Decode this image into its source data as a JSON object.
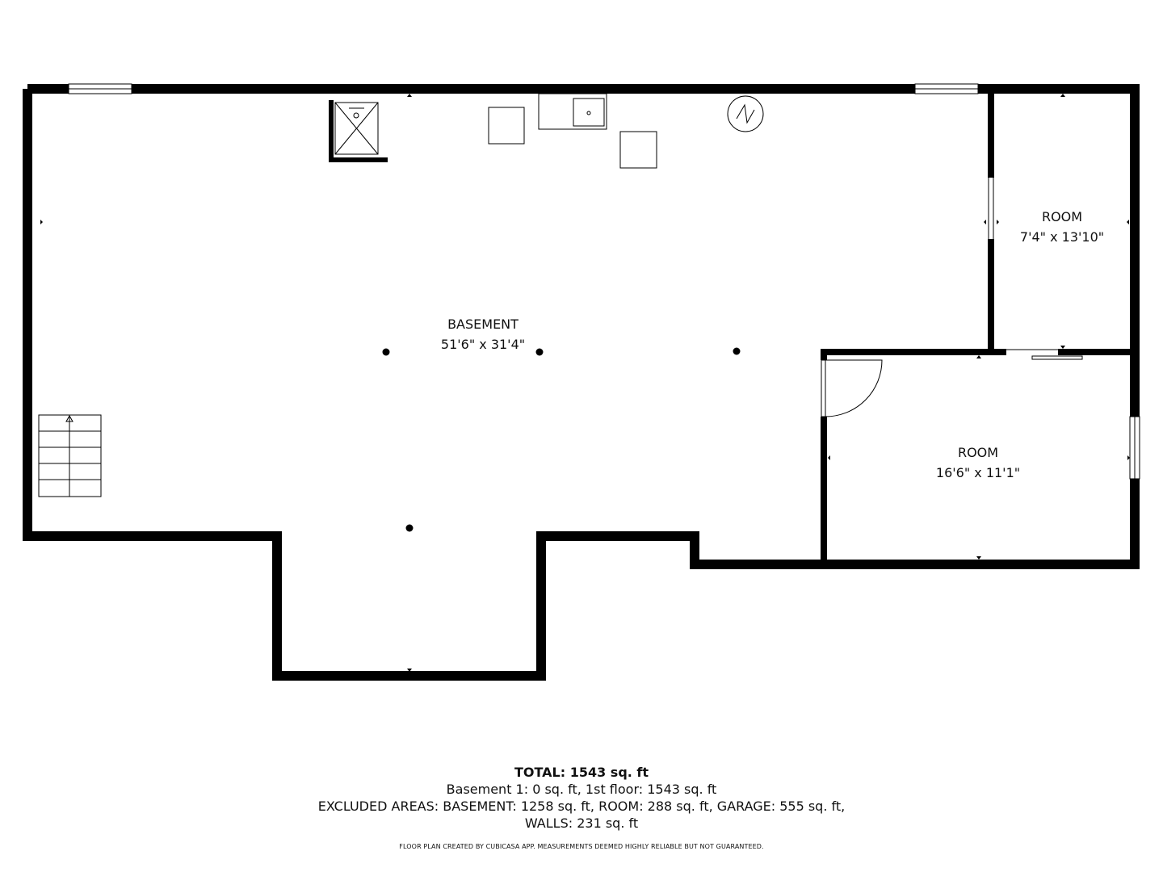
{
  "rooms": [
    {
      "name": "BASEMENT",
      "dims": "51'6\" x 31'4\""
    },
    {
      "name": "ROOM",
      "dims": "7'4\" x 13'10\""
    },
    {
      "name": "ROOM",
      "dims": "16'6\" x 11'1\""
    }
  ],
  "summary": {
    "total": "TOTAL: 1543 sq. ft",
    "line1": "Basement 1: 0 sq. ft, 1st floor: 1543 sq. ft",
    "line2": "EXCLUDED AREAS: BASEMENT: 1258 sq. ft, ROOM: 288 sq. ft, GARAGE: 555 sq. ft,",
    "line3": "WALLS: 231 sq. ft"
  },
  "disclaimer": "FLOOR PLAN CREATED BY CUBICASA APP. MEASUREMENTS DEEMED HIGHLY RELIABLE BUT NOT GUARANTEED.",
  "colors": {
    "wall": "#000000",
    "background": "#ffffff"
  }
}
